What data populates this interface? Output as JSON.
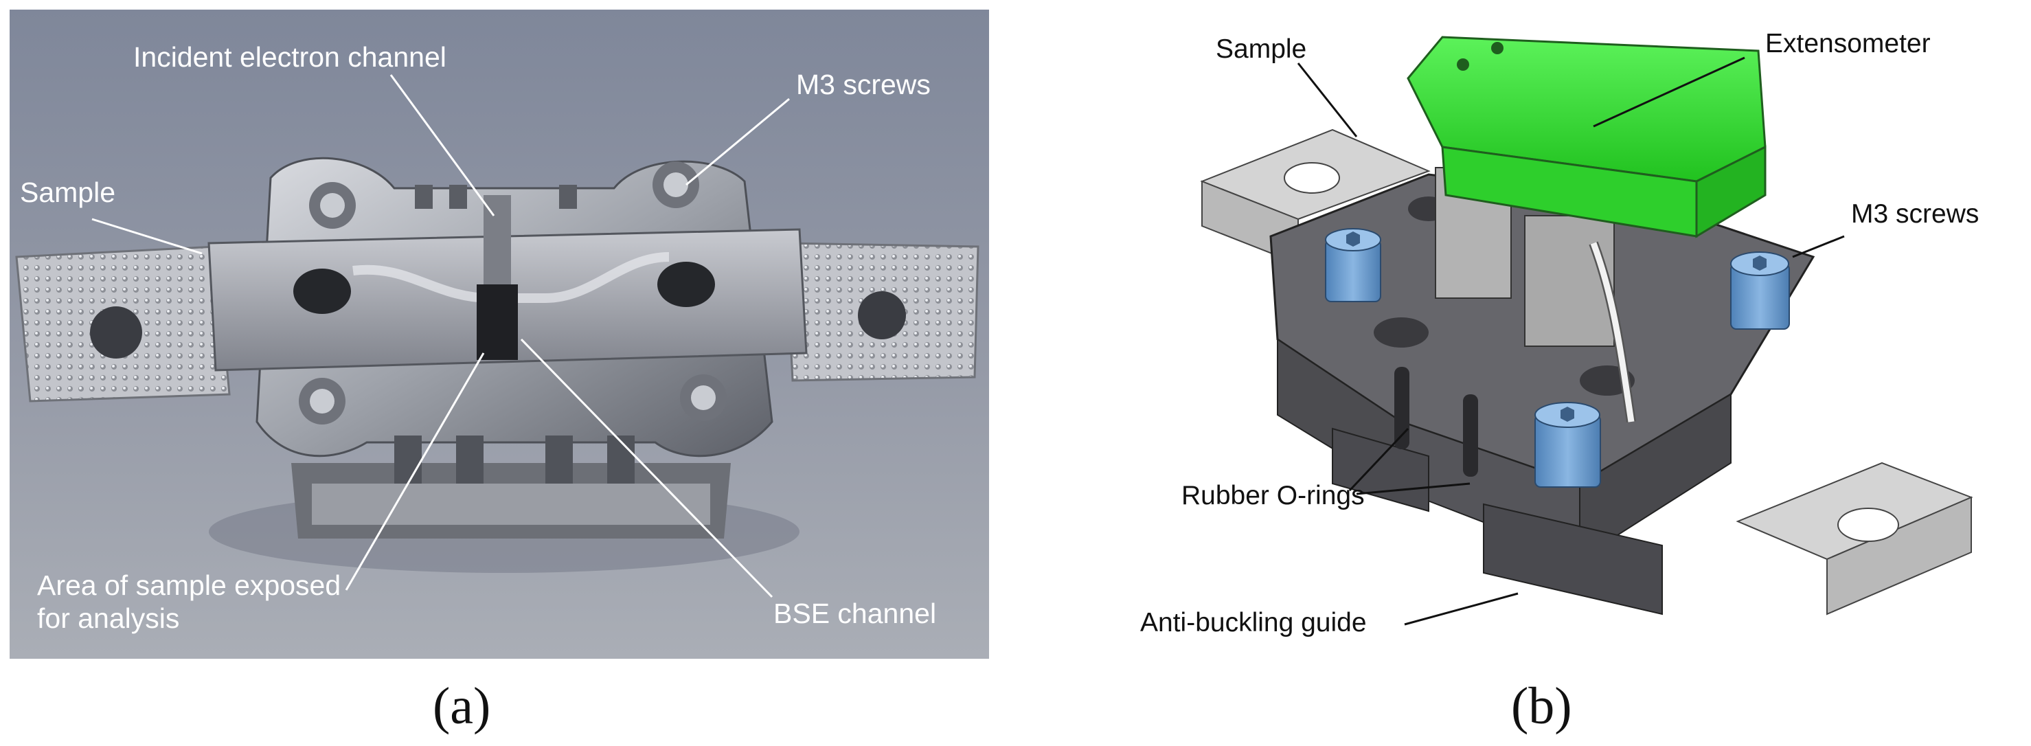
{
  "panel_a": {
    "labels": {
      "incident": "Incident electron channel",
      "m3": "M3 screws",
      "sample": "Sample",
      "area_line1": "Area of sample exposed",
      "area_line2": "for analysis",
      "bse": "BSE channel"
    },
    "caption": "(a)",
    "colors": {
      "background": "#8e94a3",
      "metal": "#b9bcc3"
    }
  },
  "panel_b": {
    "labels": {
      "sample": "Sample",
      "extensometer": "Extensometer",
      "m3": "M3 screws",
      "orings": "Rubber O-rings",
      "guide": "Anti-buckling guide"
    },
    "caption": "(b)",
    "colors": {
      "extensometer": "#3ee23a",
      "screws": "#6e9ccf",
      "body": "#5e5e62",
      "sample": "#c9c9c9"
    }
  }
}
